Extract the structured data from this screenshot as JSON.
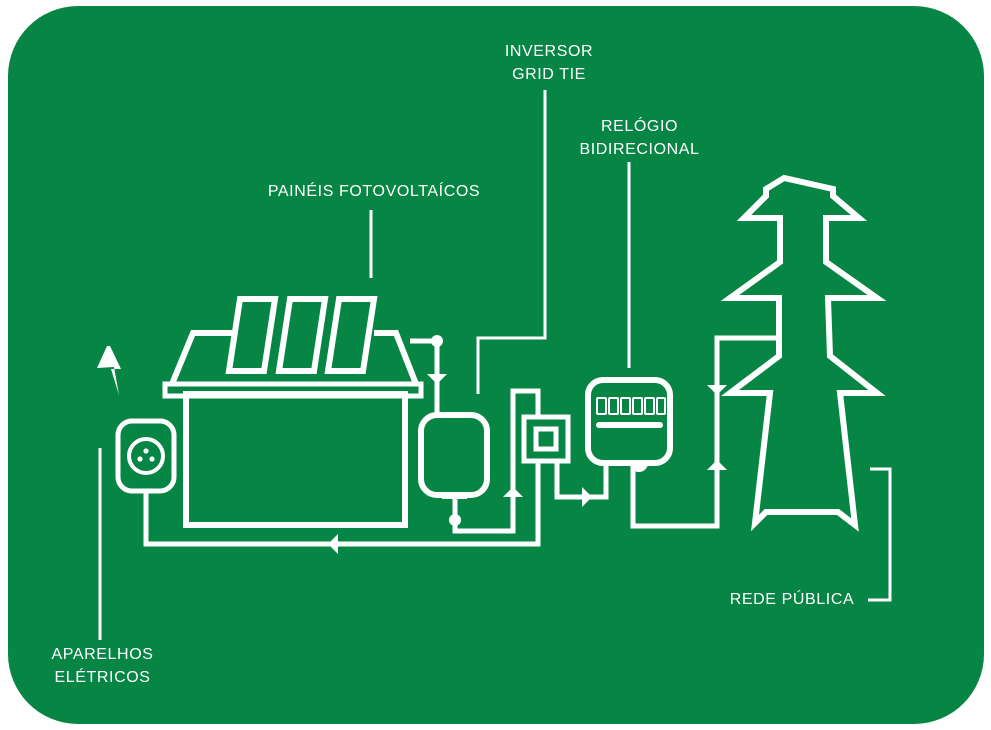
{
  "diagram": {
    "title": "Sistema fotovoltaico conectado à rede (grid tie)",
    "colors": {
      "background": "#078544",
      "stroke": "#ffffff",
      "page": "#ffffff"
    },
    "labels": {
      "inverter": {
        "line1": "INVERSOR",
        "line2": "GRID TIE"
      },
      "meter": {
        "line1": "RELÓGIO",
        "line2": "BIDIRECIONAL"
      },
      "panels": {
        "line1": "PAINÉIS FOTOVOLTAÍCOS"
      },
      "appliances": {
        "line1": "APARELHOS",
        "line2": "ELÉTRICOS"
      },
      "grid": {
        "line1": "REDE PÚBLICA"
      }
    },
    "components": [
      {
        "id": "house",
        "icon": "house-icon"
      },
      {
        "id": "solar-panels",
        "icon": "solar-panel-icon",
        "count": 3
      },
      {
        "id": "outlet",
        "icon": "power-outlet-icon"
      },
      {
        "id": "lightning",
        "icon": "lightning-bolt-icon"
      },
      {
        "id": "inverter",
        "icon": "inverter-icon"
      },
      {
        "id": "switch-box",
        "icon": "switch-box-icon"
      },
      {
        "id": "bidirectional-meter",
        "icon": "electric-meter-icon",
        "digits": 6
      },
      {
        "id": "transmission-tower",
        "icon": "transmission-tower-icon"
      }
    ],
    "flows": [
      {
        "from": "solar-panels",
        "to": "inverter",
        "direction": "down"
      },
      {
        "from": "inverter",
        "to": "switch-box",
        "direction": "up"
      },
      {
        "from": "switch-box",
        "to": "bidirectional-meter",
        "direction": "right"
      },
      {
        "from": "bidirectional-meter",
        "to": "transmission-tower",
        "direction": "up"
      },
      {
        "from": "transmission-tower",
        "to": "bidirectional-meter",
        "direction": "down"
      },
      {
        "from": "switch-box",
        "to": "outlet",
        "direction": "left"
      }
    ]
  }
}
